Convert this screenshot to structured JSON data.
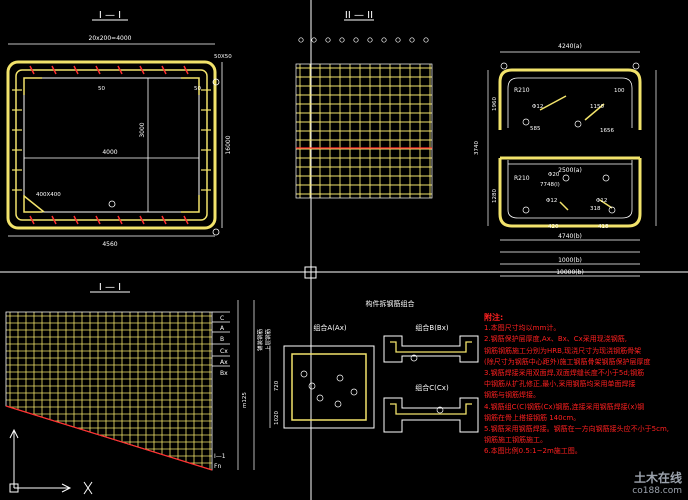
{
  "views": {
    "top_left_title": "I — I",
    "top_mid_title": "II — II",
    "bottom_left_title": "I — I"
  },
  "top_left": {
    "dim_top": "20x200=4000",
    "dim_mid": "4000",
    "dim_right": "3000",
    "dim_side": "16000",
    "dim_bottom": "4560",
    "corner_label": "400X400",
    "right_label_1": "50X50",
    "num_50a": "50",
    "num_50b": "50"
  },
  "top_right": {
    "dim_top": "4240(a)",
    "dim_bot_a": "2500(a)",
    "dim_bot_b": "4740(b)",
    "dim_base_a": "1000(b)",
    "dim_base_b": "10000(b)",
    "r1": "R210",
    "r2": "R210",
    "phi12a": "Φ12",
    "phi12b": "Φ12",
    "phi12c": "Φ12",
    "n3740": "3740",
    "n1960": "1960",
    "n1280": "1280",
    "n585": "585",
    "n100": "100",
    "n150": "1150",
    "n420": "420",
    "n418": "418",
    "n318": "318",
    "n1656": "1656",
    "n7748": "7748(l)",
    "n620": "Φ20"
  },
  "bottom_mid": {
    "title": "构件拆钢筋组合",
    "a": "组合A(Ax)",
    "b": "组合B(Bx)",
    "c": "组合C(Cx)",
    "n1020": "1020",
    "n720": "720"
  },
  "bottom_left": {
    "labels": [
      "C",
      "A",
      "B",
      "Cx",
      "Ax",
      "Bx"
    ],
    "side_label": "铺装钢筋",
    "side_label2": "上层钢筋",
    "bot_labels": [
      "I—1",
      "Fn"
    ],
    "num": "m125"
  },
  "notes": {
    "heading": "附注:",
    "lines": [
      "1.本图尺寸均以mm计。",
      "2.钢筋保护层厚度,Ax、Bx、Cx采用现浇钢筋,",
      "  钢筋钢筋施工分别为HRB,现浇尺寸为现浇钢筋骨架",
      "  (除尺寸为钢筋中心距外)施工钢筋骨架钢筋保护层厚度",
      "3.钢筋焊接采用双面焊,双面焊缝长度不小于5d;钢筋",
      "  中钢筋从扩孔修正,最小,采用钢筋均采用单面焊接",
      "  钢筋与钢筋焊接。",
      "4.钢筋组C(C)钢筋(Cx)钢筋,连接采用钢筋焊接(x)钢",
      "  钢筋在骨上搭接钢筋 140cm。",
      "5.钢筋采用钢筋焊接。钢筋在一方向钢筋接头应不小于5cm,",
      "  钢筋施工钢筋施工。",
      "6.本图比例0.5:1~2m施工图。"
    ]
  },
  "watermark": {
    "brand": "土木在线",
    "url": "co188.com"
  },
  "colors": {
    "bg": "#000000",
    "frame": "#ffffff",
    "rebar": "#f2e36b",
    "rebar_red": "#ff3030",
    "note": "#ff2020",
    "dim": "#ffffff"
  }
}
